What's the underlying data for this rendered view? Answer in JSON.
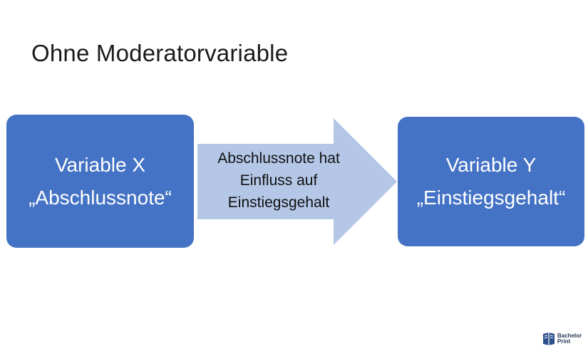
{
  "title": "Ohne Moderatorvariable",
  "box_x": {
    "line1": "Variable X",
    "line2": "„Abschlussnote“"
  },
  "arrow": {
    "line1": "Abschlussnote hat",
    "line2": "Einfluss auf",
    "line3": "Einstiegsgehalt"
  },
  "box_y": {
    "line1": "Variable Y",
    "line2": "„Einstiegsgehalt“"
  },
  "logo": {
    "line1": "Bachelor",
    "line2": "Print"
  },
  "colors": {
    "box_fill": "#4472c4",
    "arrow_fill": "#b4c7e7",
    "box_text": "#ffffff",
    "title_text": "#1a1a1a"
  }
}
